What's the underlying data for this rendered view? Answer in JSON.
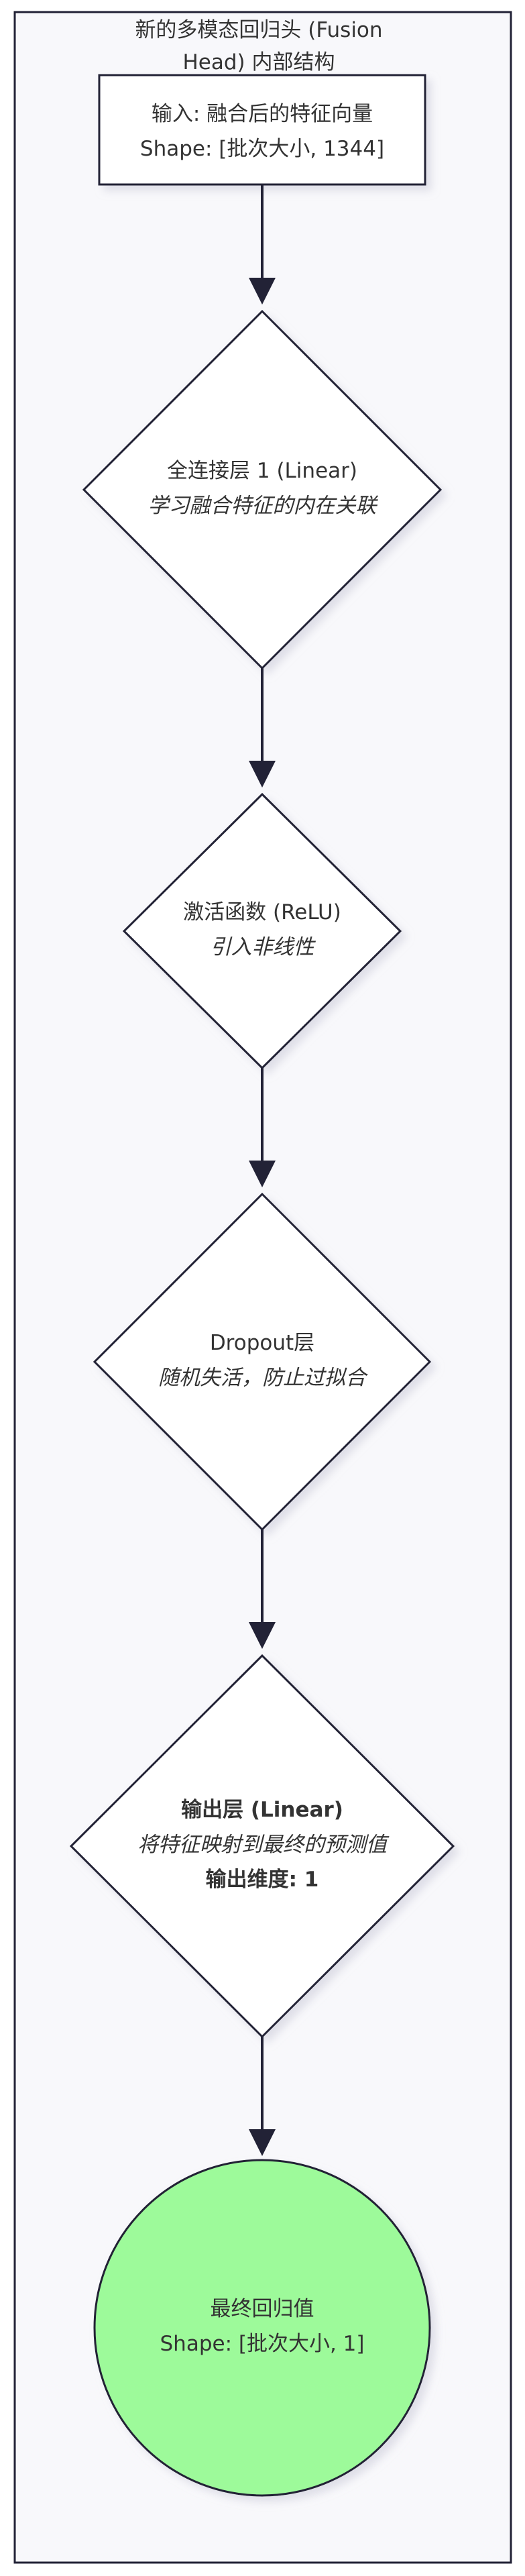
{
  "diagram": {
    "title_line1": "新的多模态回归头 (Fusion",
    "title_line2": "Head) 内部结构",
    "colors": {
      "background": "#f8f8fb",
      "border": "#222236",
      "node_fill": "#ffffff",
      "final_fill": "#9dfa9a",
      "text": "#333333"
    },
    "nodes": {
      "input": {
        "line1": "输入: 融合后的特征向量",
        "line2": "Shape: [批次大小, 1344]"
      },
      "linear1": {
        "line1": "全连接层 1 (Linear)",
        "line2": "学习融合特征的内在关联"
      },
      "relu": {
        "line1": "激活函数 (ReLU)",
        "line2": "引入非线性"
      },
      "dropout": {
        "line1": "Dropout层",
        "line2": "随机失活，防止过拟合"
      },
      "output_layer": {
        "line1": "输出层 (Linear)",
        "line2": "将特征映射到最终的预测值",
        "line3": "输出维度: 1"
      },
      "final": {
        "line1": "最终回归值",
        "line2": "Shape: [批次大小, 1]"
      }
    }
  }
}
